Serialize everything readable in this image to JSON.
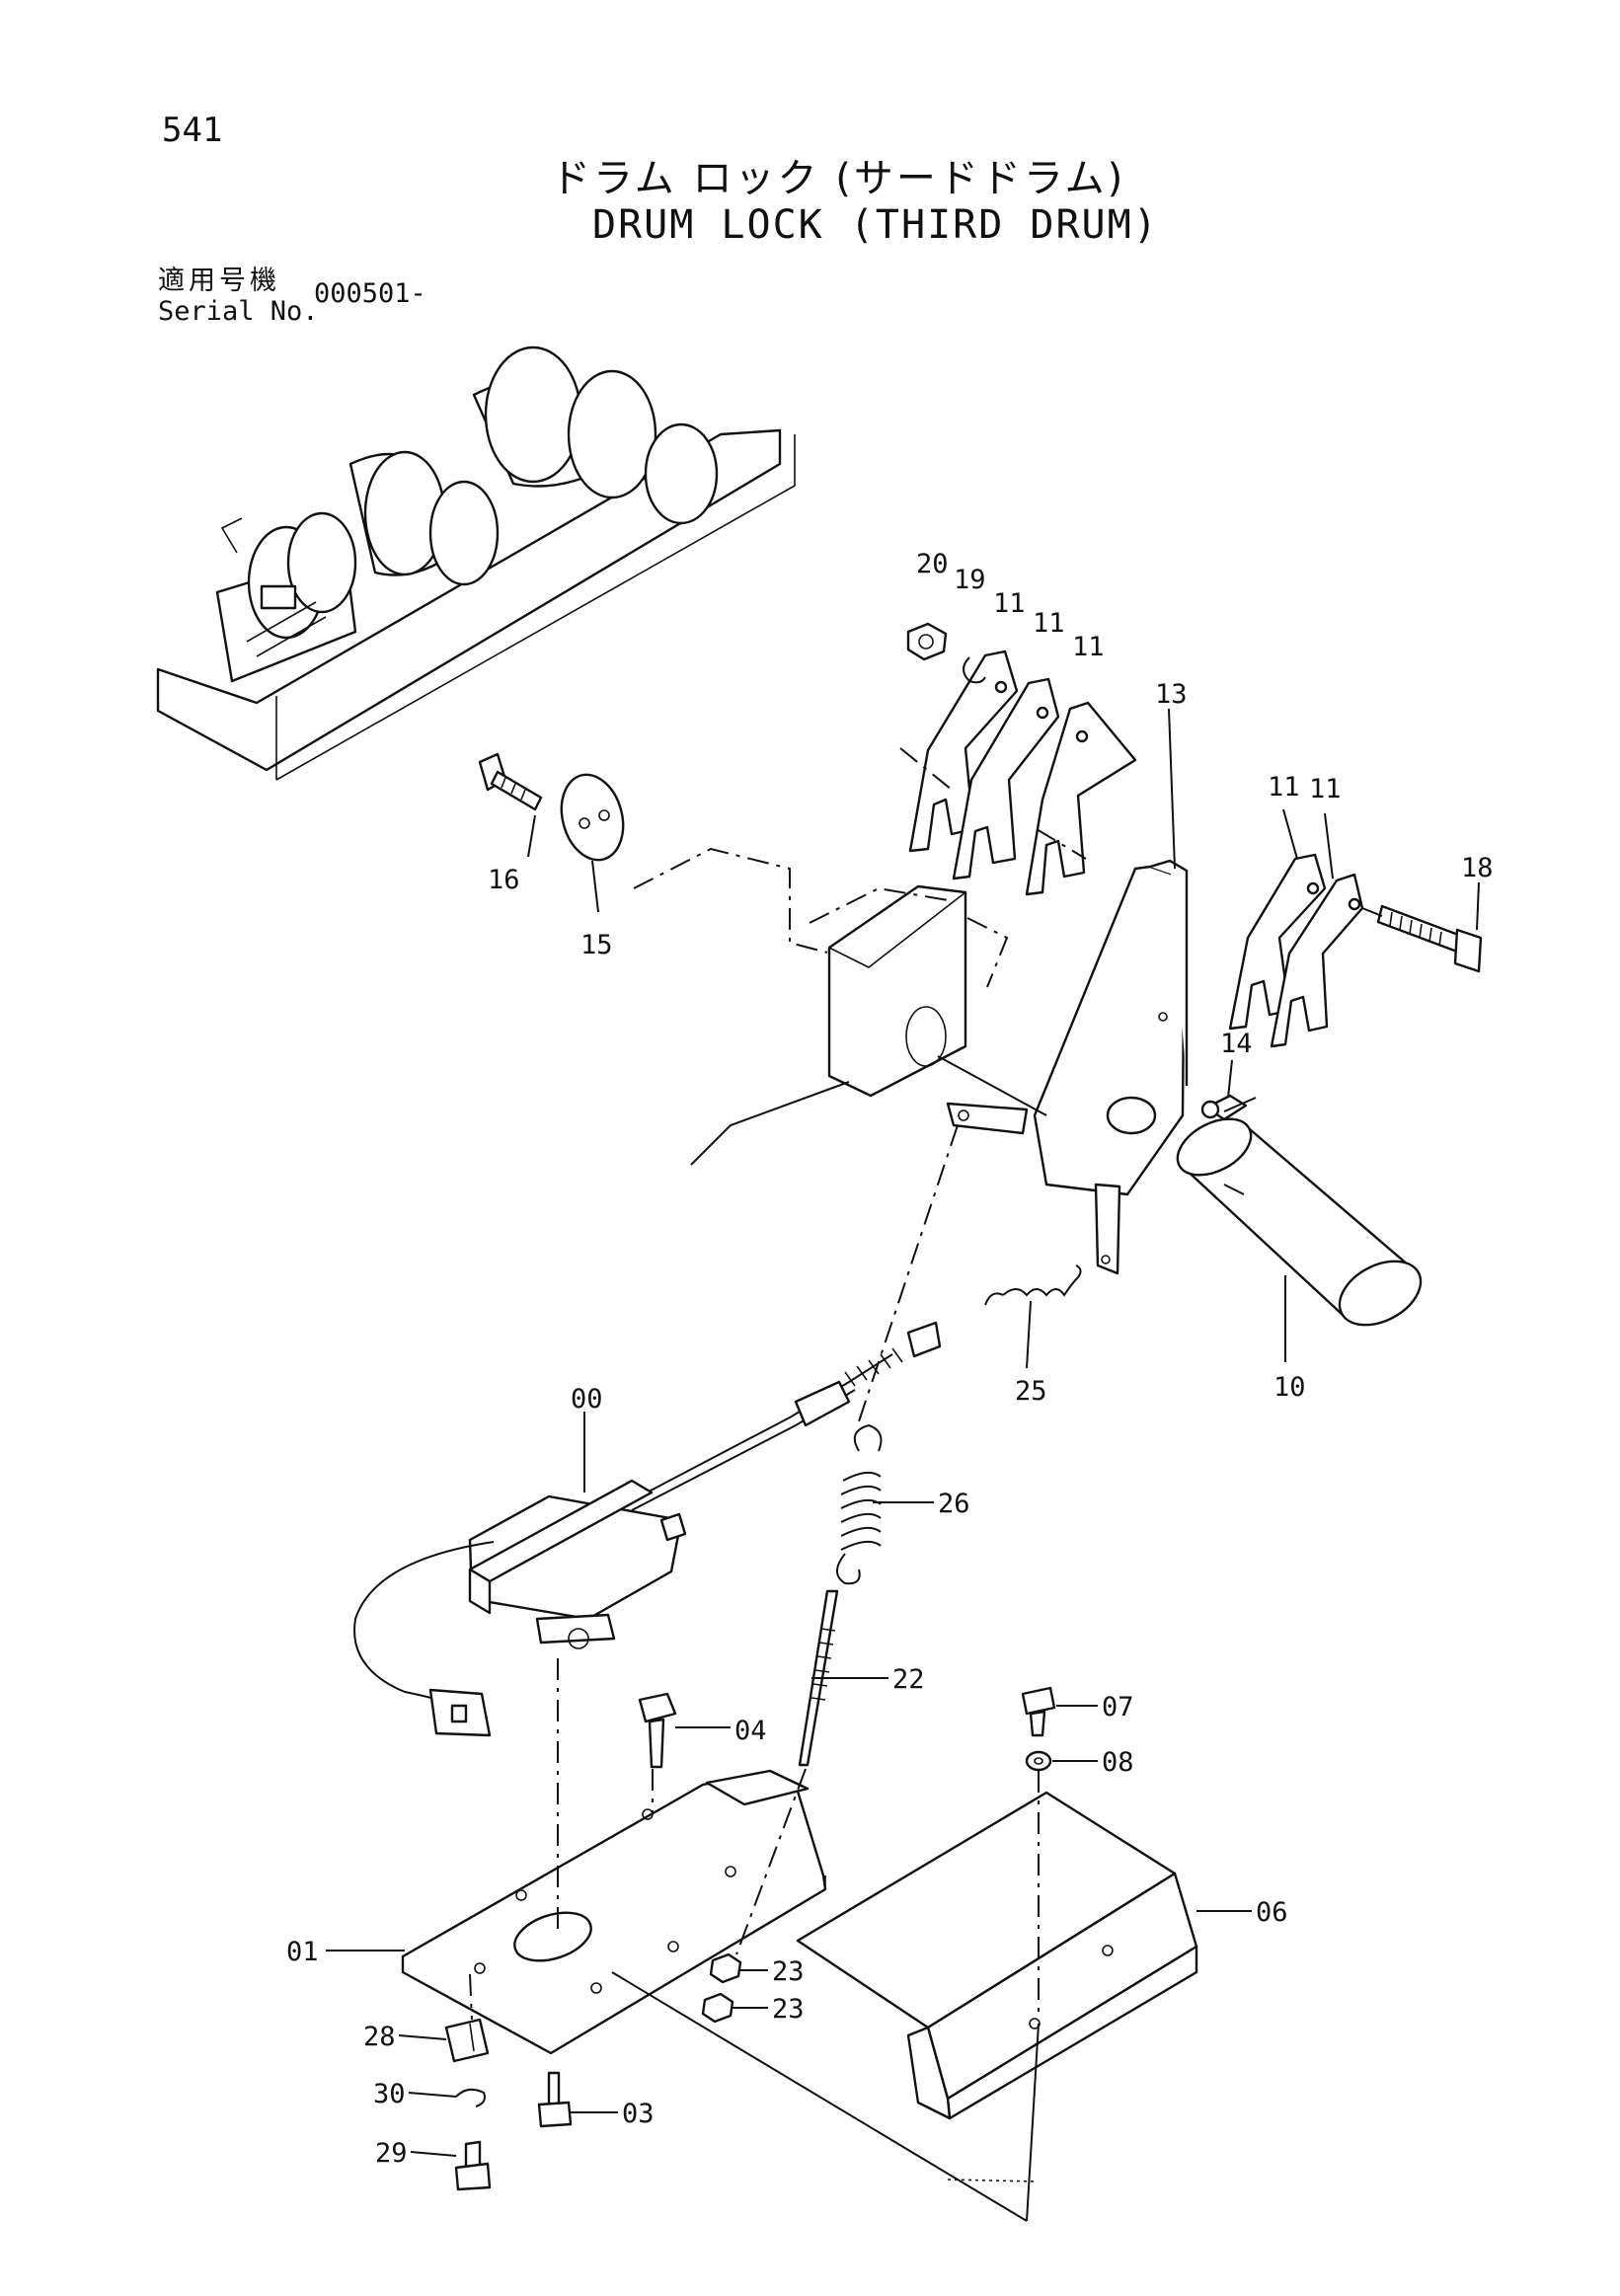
{
  "page_number": "541",
  "title_jp": "ドラム ロック (サードドラム)",
  "title_en": "DRUM LOCK (THIRD DRUM)",
  "serial": {
    "label_jp": "適用号機",
    "label_en": "Serial No.",
    "value": "000501-"
  },
  "callouts": {
    "c20": "20",
    "c19": "19",
    "c11a": "11",
    "c11b": "11",
    "c11c": "11",
    "c13": "13",
    "c11d": "11",
    "c11e": "11",
    "c18": "18",
    "c16": "16",
    "c15": "15",
    "c14": "14",
    "c10": "10",
    "c25": "25",
    "c00": "00",
    "c26": "26",
    "c22": "22",
    "c07": "07",
    "c04": "04",
    "c08": "08",
    "c06": "06",
    "c01": "01",
    "c23a": "23",
    "c23b": "23",
    "c28": "28",
    "c30": "30",
    "c03": "03",
    "c29": "29"
  }
}
